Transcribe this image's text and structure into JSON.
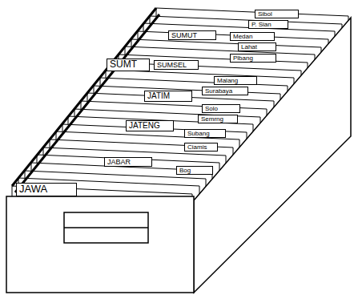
{
  "diagram": {
    "nodes": [
      {
        "text": [
          "Sibol"
        ]
      },
      {
        "text": [
          "P. Sian"
        ]
      },
      {
        "text": [
          "SUMUT"
        ]
      },
      {
        "text": [
          "Medan"
        ]
      },
      {
        "text": [
          "Lahat"
        ]
      },
      {
        "text": [
          "SUMT"
        ]
      },
      {
        "text": [
          "SUMSEL"
        ]
      },
      {
        "text": [
          "Plbang"
        ]
      },
      {
        "text": [
          "Malang"
        ]
      },
      {
        "text": [
          "JATIM"
        ]
      },
      {
        "text": [
          "Surabaya"
        ]
      },
      {
        "text": [
          "Solo"
        ]
      },
      {
        "text": [
          "JATENG"
        ]
      },
      {
        "text": [
          "Semrng"
        ]
      },
      {
        "text": [
          "Subang"
        ]
      },
      {
        "text": [
          "Ciamis"
        ]
      },
      {
        "text": [
          "JABAR"
        ]
      },
      {
        "text": [
          "Bog"
        ]
      },
      {
        "text": [
          "JAWA"
        ]
      }
    ]
  }
}
